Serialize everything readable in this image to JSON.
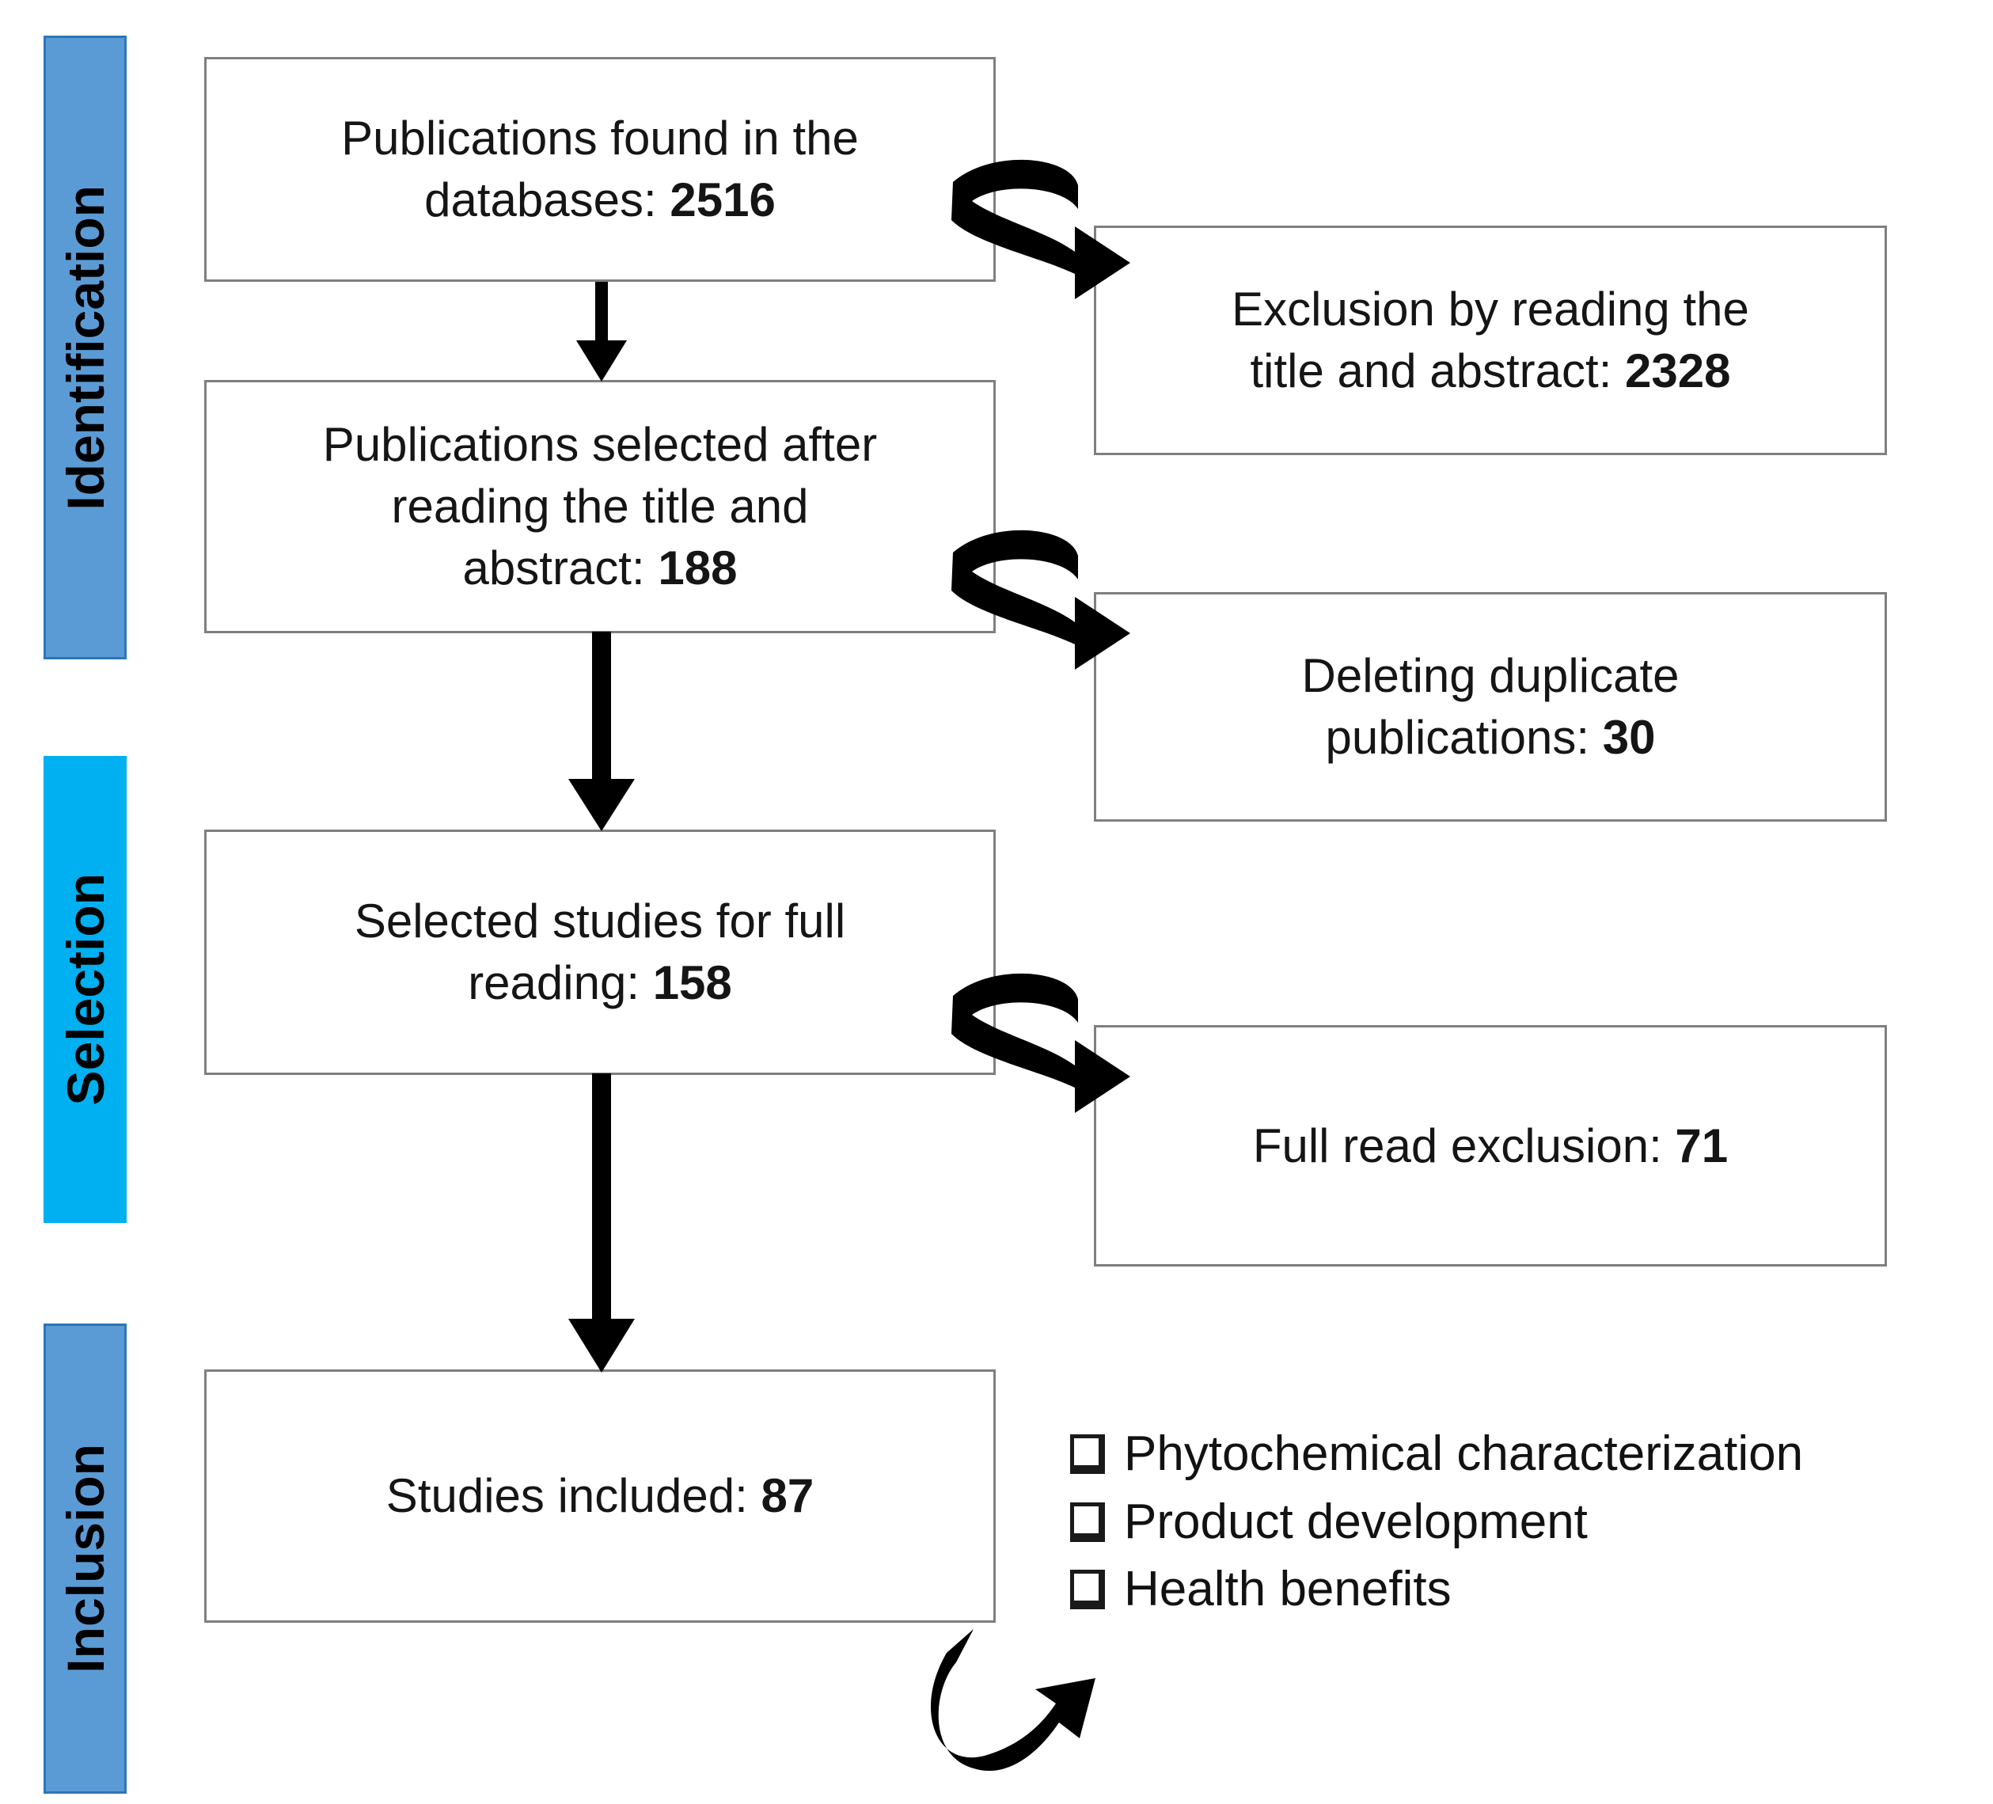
{
  "diagram": {
    "title": "PRISMA-style study selection flow diagram",
    "accent_colors": {
      "identification_bar": "#5B9BD5",
      "selection_bar": "#00B0F0",
      "inclusion_bar": "#5B9BD5",
      "bar_border": "#2E75B6",
      "box_border": "#7F7F7F",
      "text": "#000000",
      "background": "#FFFFFF"
    }
  },
  "stages": [
    {
      "id": "identification",
      "label": "Identification"
    },
    {
      "id": "selection",
      "label": "Selection"
    },
    {
      "id": "inclusion",
      "label": "Inclusion"
    }
  ],
  "boxes": {
    "found": {
      "text": "Publications found in the",
      "text2": "databases:",
      "value": "2516"
    },
    "exclusion_title_abstract": {
      "text": "Exclusion by reading the",
      "text2": "title and abstract:",
      "value": "2328"
    },
    "selected_after_reading": {
      "text": "Publications selected after",
      "text2": "reading the title and",
      "text3": "abstract:",
      "value": "188"
    },
    "deleting_duplicates": {
      "text": "Deleting duplicate",
      "text2": "publications:",
      "value": "30"
    },
    "selected_full_reading": {
      "text": "Selected studies for full",
      "text2": "reading:",
      "value": "158"
    },
    "full_read_exclusion": {
      "text": "Full read exclusion:",
      "value": "71"
    },
    "studies_included": {
      "text": "Studies included:",
      "value": "87"
    }
  },
  "checklist": {
    "items": [
      {
        "label": "Phytochemical characterization"
      },
      {
        "label": "Product development"
      },
      {
        "label": "Health benefits"
      }
    ]
  },
  "icons": {
    "down_arrow": "down-arrow-icon",
    "curved_arrow": "curved-u-turn-arrow-icon",
    "checkbox": "empty-checkbox-icon"
  }
}
